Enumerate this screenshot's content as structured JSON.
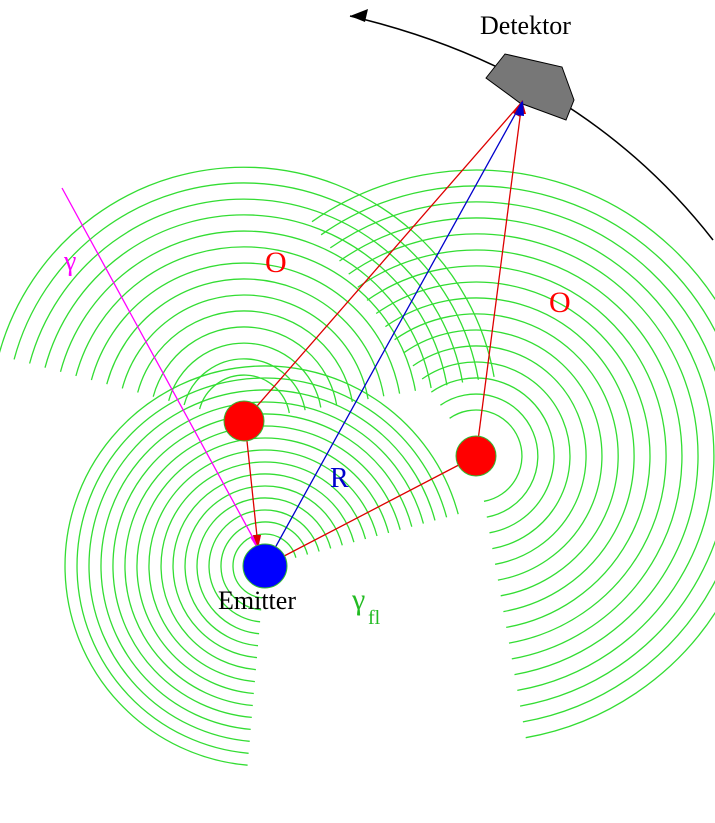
{
  "labels": {
    "detector": "Detektor",
    "emitter": "Emitter",
    "gamma": "γ",
    "gamma_fl": "γ",
    "gamma_fl_sub": "fl",
    "scatter_left": "O",
    "scatter_right": "O",
    "distance": "R"
  },
  "colors": {
    "wave": "#33dd33",
    "emitter": "#0000ff",
    "scatterer": "#ff0000",
    "scatter_path": "#dd0000",
    "direct_path": "#0000cc",
    "incident": "#ff00ff",
    "detector_fill": "#777777",
    "arc": "#000000"
  }
}
